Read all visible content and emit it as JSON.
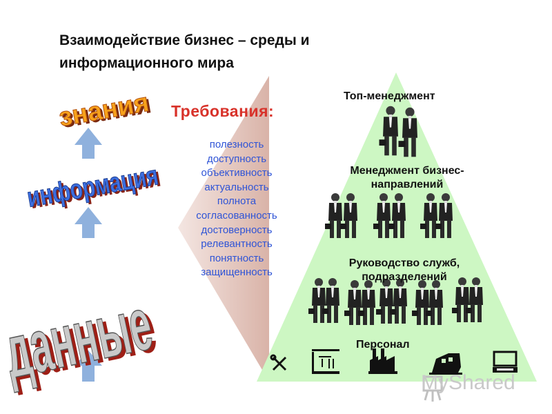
{
  "title": "Взаимодействие  бизнес – среды  и информационного мира",
  "requirements": {
    "heading": "Требования:",
    "items": [
      "полезность",
      "доступность",
      "объективность",
      "актуальность",
      "полнота",
      "согласованность",
      "достоверность",
      "релевантность",
      "понятность",
      "защищенность"
    ]
  },
  "hierarchy": {
    "knowledge": "знания",
    "information": "информация",
    "data": "данные"
  },
  "pyramid_levels": {
    "top": "Топ-менеджмент",
    "business_line_1": "Менеджмент  бизнес-",
    "business_line_2": "направлений",
    "services_line_1": "Руководство служб,",
    "services_line_2": "подразделений",
    "staff": "Персонал"
  },
  "watermark": "MyShared",
  "colors": {
    "req_heading": "#d8322a",
    "req_items": "#2f54d6",
    "pyramid_fill": "#cdf7c3",
    "side_triangle": "#e6c7bf",
    "arrow": "#8fb1dd",
    "word_orange": "#f7a21b",
    "word_blue": "#3d6fe0",
    "word_red": "#e23b2f"
  },
  "icons": [
    "wrench-icon",
    "crane-building-icon",
    "factory-icon",
    "train-icon",
    "computer-icon"
  ]
}
